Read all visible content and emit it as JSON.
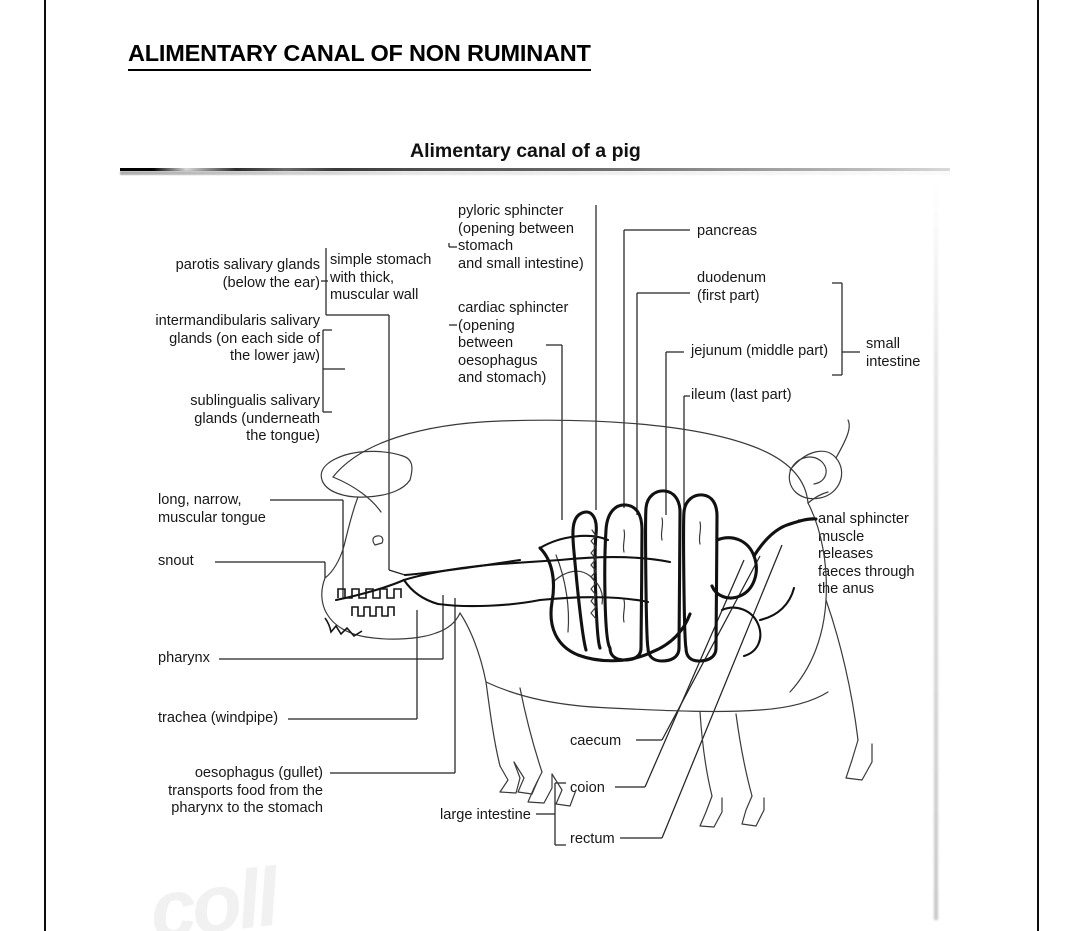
{
  "document": {
    "main_title": "ALIMENTARY CANAL OF NON RUMINANT",
    "figure_title": "Alimentary canal of a pig",
    "watermark": "coll"
  },
  "labels": {
    "parotis": "parotis salivary glands\n(below the ear)",
    "intermandibularis": "intermandibularis salivary\nglands (on each side of\nthe lower jaw)",
    "sublingualis": "sublingualis salivary\nglands (underneath\nthe tongue)",
    "tongue": "long, narrow,\nmuscular tongue",
    "snout": "snout",
    "pharynx": "pharynx",
    "trachea": "trachea (windpipe)",
    "oesophagus": "oesophagus (gullet)\ntransports food from the\npharynx to the stomach",
    "stomach": "simple stomach\nwith thick,\nmuscular wall",
    "pyloric_sphincter": "pyloric sphincter\n(opening between\nstomach\nand small intestine)",
    "cardiac_sphincter": "cardiac sphincter\n(opening\nbetween\noesophagus\nand stomach)",
    "pancreas": "pancreas",
    "duodenum": "duodenum\n(first part)",
    "jejunum": "jejunum (middle part)",
    "ileum": "ileum (last part)",
    "small_intestine": "small\nintestine",
    "anal_sphincter": "anal sphincter\nmuscle\nreleases\nfaeces through\nthe anus",
    "caecum": "caecum",
    "colon": "coion",
    "rectum": "rectum",
    "large_intestine": "large intestine"
  },
  "colors": {
    "ink": "#1a1a1a",
    "leader": "#232323",
    "gut": "#111111",
    "background": "#ffffff"
  }
}
